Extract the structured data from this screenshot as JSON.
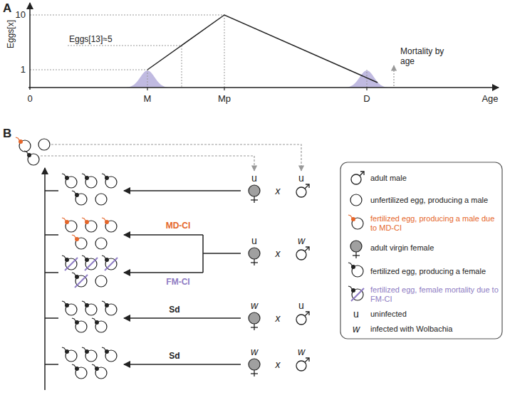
{
  "diagram": {
    "nodes": [
      {
        "text": [
          "u"
        ]
      },
      {
        "text": [
          "u"
        ]
      },
      {
        "text": [
          "u"
        ]
      },
      {
        "text": [
          "w"
        ]
      },
      {
        "text": [
          "w"
        ]
      },
      {
        "text": [
          "u"
        ]
      },
      {
        "text": [
          "w"
        ]
      },
      {
        "text": [
          "w"
        ]
      }
    ],
    "labels": [
      "A",
      "Eggs[x]",
      "10",
      "Eggs[13]≈5",
      "1",
      "Mortality by age",
      "0",
      "M",
      "Mp",
      "D",
      "Age",
      "B",
      "x",
      "MD-CI",
      "x",
      "FM-CI",
      "Sd",
      "x",
      "Sd",
      "x",
      "u",
      "w"
    ],
    "legend": [
      {
        "text": "adult male"
      },
      {
        "text": "unfertilized egg, producing a male"
      },
      {
        "text": "fertilized egg, producing a male due to MD-CI"
      },
      {
        "text": "adult virgin female"
      },
      {
        "text": "fertilized egg, producing a female"
      },
      {
        "text": "fertilized egg, female mortality due to FM-CI"
      },
      {
        "text": "uninfected"
      },
      {
        "text": "infected with Wolbachia"
      }
    ]
  }
}
